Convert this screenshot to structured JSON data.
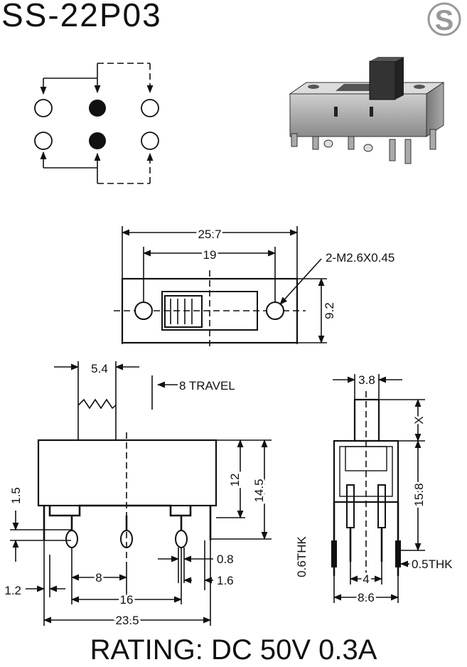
{
  "header": {
    "part_number": "SS-22P03",
    "logo_letter": "S"
  },
  "top_view": {
    "overall_width": "25.7",
    "hole_spacing": "19",
    "mount_hole_callout": "2-M2.6X0.45",
    "height": "9.2"
  },
  "front_view": {
    "actuator_width": "5.4",
    "travel": "8 TRAVEL",
    "body_height": "12",
    "total_height": "14.5",
    "terminal_offset": "1.5",
    "terminal_width": "0.8",
    "terminal_pitch": "8",
    "outer_terminal_span": "16",
    "terminal_outer": "1.6",
    "side_leg": "1.2",
    "overall_length": "23.5"
  },
  "side_view": {
    "actuator_width": "3.8",
    "actuator_extension": "X",
    "height": "15.8",
    "left_thickness": "0.6THK",
    "right_thickness": "0.5THK",
    "pin_pitch": "4",
    "overall_width": "8.6"
  },
  "footer": {
    "rating": "RATING: DC 50V 0.3A"
  }
}
